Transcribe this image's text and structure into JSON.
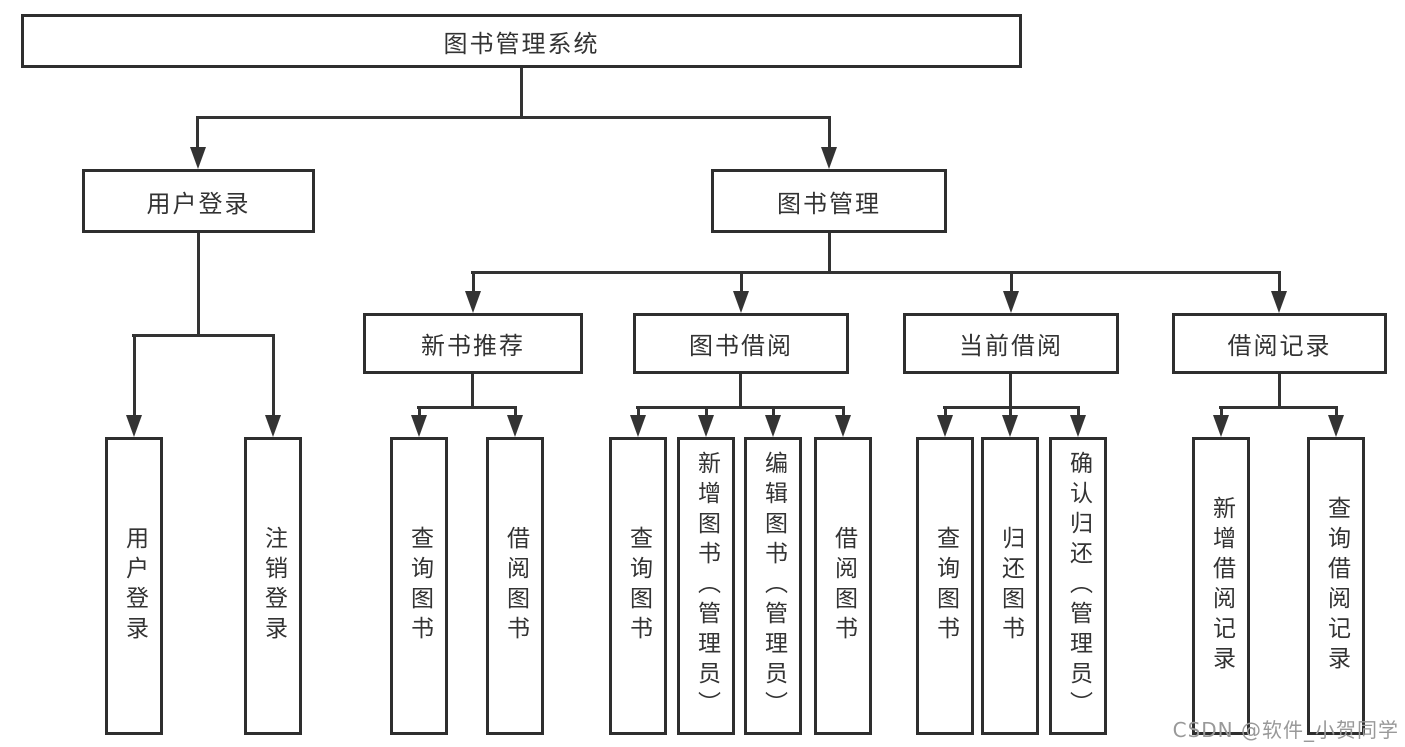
{
  "tree": {
    "label": "图书管理系统",
    "children": [
      {
        "label": "用户登录",
        "children": [
          {
            "label": "用户登录"
          },
          {
            "label": "注销登录"
          }
        ]
      },
      {
        "label": "图书管理",
        "children": [
          {
            "label": "新书推荐",
            "children": [
              {
                "label": "查询图书"
              },
              {
                "label": "借阅图书"
              }
            ]
          },
          {
            "label": "图书借阅",
            "children": [
              {
                "label": "查询图书"
              },
              {
                "label": "新增图书（管理员）"
              },
              {
                "label": "编辑图书（管理员）"
              },
              {
                "label": "借阅图书"
              }
            ]
          },
          {
            "label": "当前借阅",
            "children": [
              {
                "label": "查询图书"
              },
              {
                "label": "归还图书"
              },
              {
                "label": "确认归还（管理员）"
              }
            ]
          },
          {
            "label": "借阅记录",
            "children": [
              {
                "label": "新增借阅记录"
              },
              {
                "label": "查询借阅记录"
              }
            ]
          }
        ]
      }
    ]
  },
  "watermark": {
    "text": "CSDN @软件_小贺同学"
  },
  "colors": {
    "line": "#333333",
    "box_border": "#2e2e2e",
    "text": "#333333",
    "watermark": "#999999",
    "background": "#ffffff"
  }
}
